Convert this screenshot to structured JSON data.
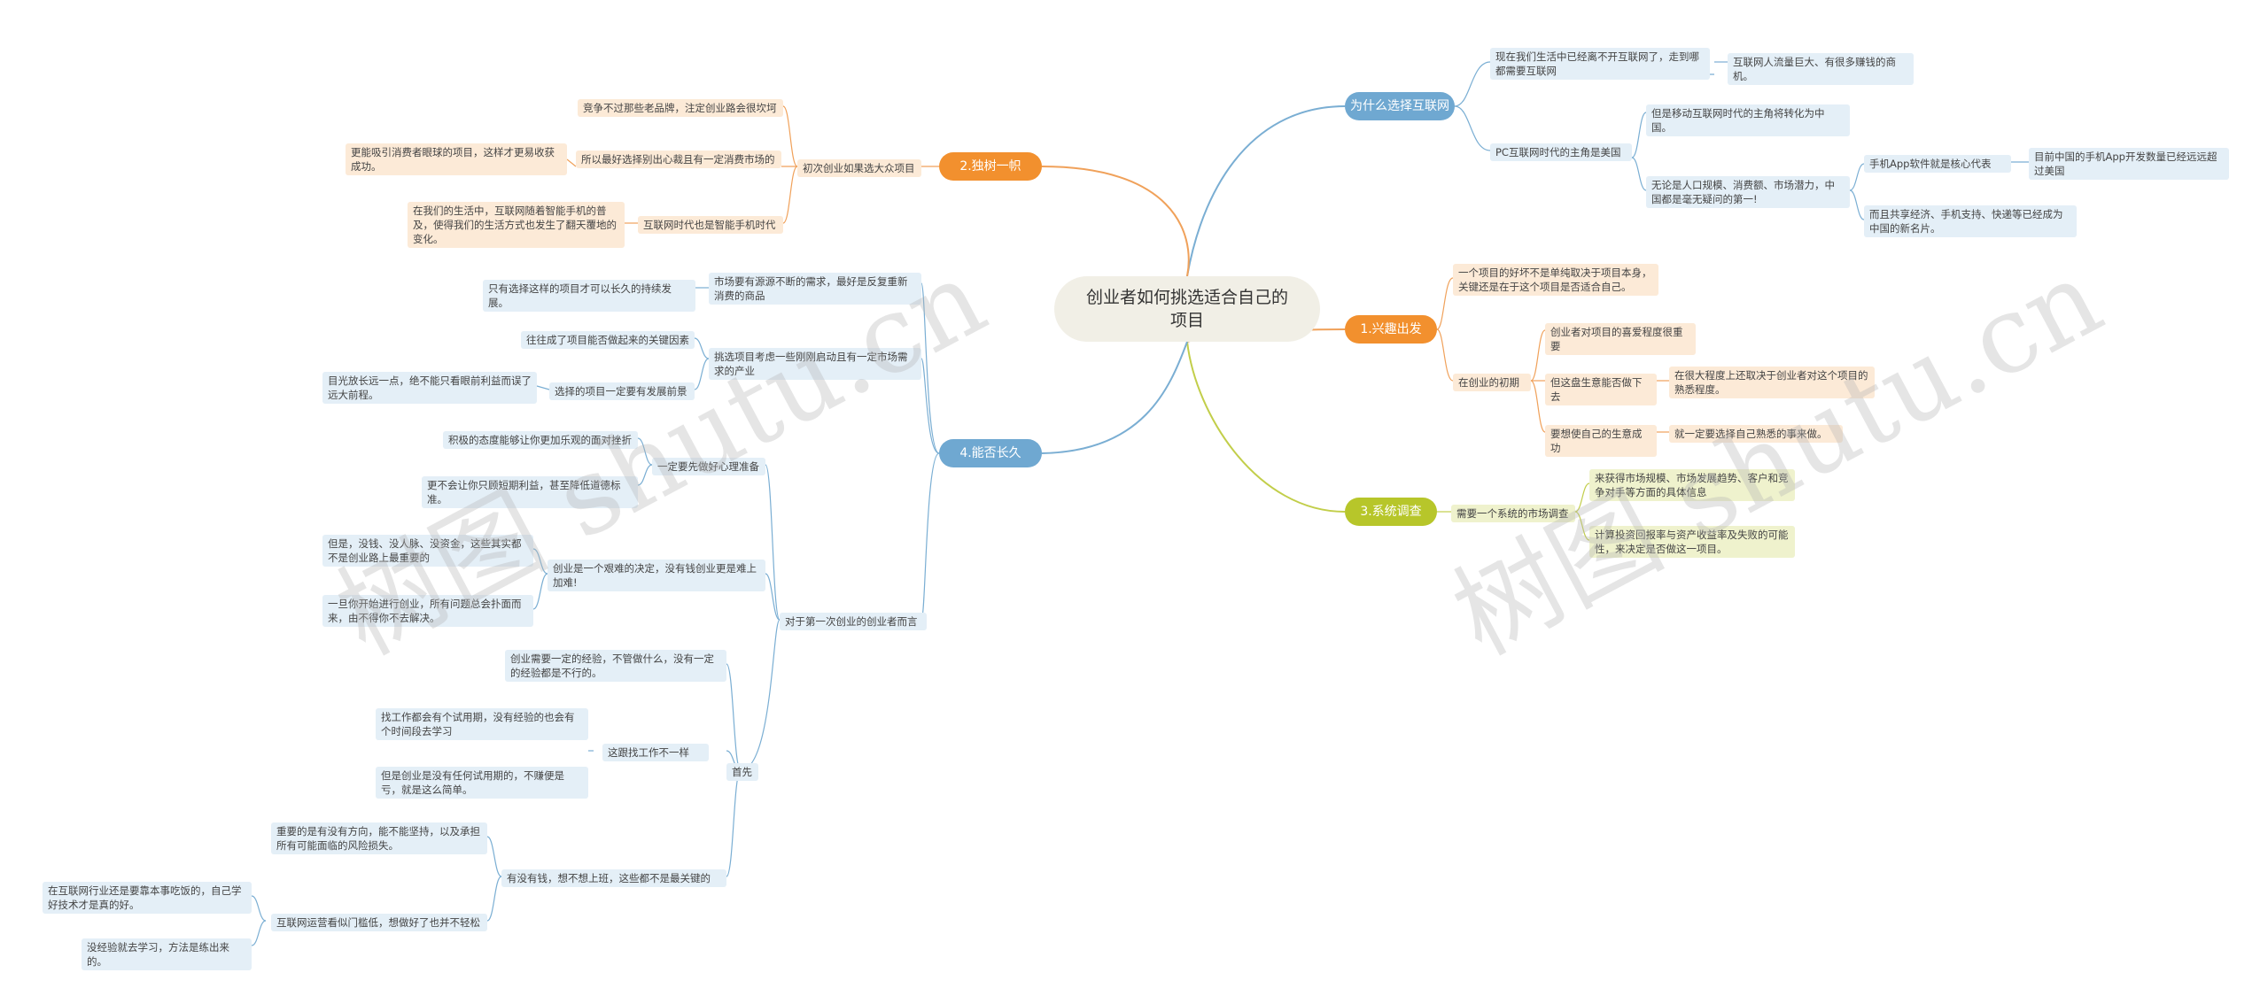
{
  "root": "创业者如何挑选适合自己的项目",
  "watermark": "树图 shutu.cn",
  "branches": {
    "why": {
      "label": "为什么选择互联网",
      "n1": "现在我们生活中已经离不开互联网了，走到哪都需要互联网",
      "n1a": "互联网人流量巨大、有很多赚钱的商机。",
      "n2": "PC互联网时代的主角是美国",
      "n2a": "但是移动互联网时代的主角将转化为中国。",
      "n2b": "无论是人口规模、消费额、市场潜力，中国都是毫无疑问的第一!",
      "n2b1": "手机App软件就是核心代表",
      "n2b1a": "目前中国的手机App开发数量已经远远超过美国",
      "n2b2": "而且共享经济、手机支持、快递等已经成为中国的新名片。"
    },
    "interest": {
      "label": "1.兴趣出发",
      "n1": "一个项目的好坏不是单纯取决于项目本身，关键还是在于这个项目是否适合自己。",
      "n2": "在创业的初期",
      "n2a": "创业者对项目的喜爱程度很重要",
      "n2b": "但这盘生意能否做下去",
      "n2b1": "在很大程度上还取决于创业者对这个项目的熟悉程度。",
      "n2c": "要想使自己的生意成功",
      "n2c1": "就一定要选择自己熟悉的事来做。"
    },
    "survey": {
      "label": "3.系统调查",
      "n1": "需要一个系统的市场调查",
      "n1a": "来获得市场规模、市场发展趋势、客户和竞争对手等方面的具体信息",
      "n1b": "计算投资回报率与资产收益率及失败的可能性，来决定是否做这一项目。"
    },
    "unique": {
      "label": "2.独树一帜",
      "n1": "初次创业如果选大众项目",
      "n1a": "竞争不过那些老品牌，注定创业路会很坎坷",
      "n1b": "所以最好选择别出心裁且有一定消费市场的",
      "n1b1": "更能吸引消费者眼球的项目，这样才更易收获成功。",
      "n1c": "互联网时代也是智能手机时代",
      "n1c1": "在我们的生活中，互联网随着智能手机的普及，使得我们的生活方式也发生了翻天覆地的变化。"
    },
    "longlast": {
      "label": "4.能否长久",
      "m1": "市场要有源源不断的需求，最好是反复重新消费的商品",
      "m1a": "只有选择这样的项目才可以长久的持续发展。",
      "m2": "挑选项目考虑一些刚刚启动且有一定市场需求的产业",
      "m2a": "往往成了项目能否做起来的关键因素",
      "m2b": "选择的项目一定要有发展前景",
      "m2b1": "目光放长远一点，绝不能只看眼前利益而误了远大前程。",
      "m3": "对于第一次创业的创业者而言",
      "m3a": "一定要先做好心理准备",
      "m3a1": "积极的态度能够让你更加乐观的面对挫折",
      "m3a2": "更不会让你只顾短期利益，甚至降低道德标准。",
      "m3b": "创业是一个艰难的决定，没有钱创业更是难上加难!",
      "m3b1": "但是，没钱、没人脉、没资金，这些其实都不是创业路上最重要的",
      "m3b2": "一旦你开始进行创业，所有问题总会扑面而来，由不得你不去解决。",
      "m3c": "首先",
      "m3c1": "创业需要一定的经验，不管做什么，没有一定的经验都是不行的。",
      "m3c2": "这跟找工作不一样",
      "m3c2a": "找工作都会有个试用期，没有经验的也会有个时间段去学习",
      "m3c2b": "但是创业是没有任何试用期的，不赚便是亏，就是这么简单。",
      "m3c3": "有没有钱，想不想上班，这些都不是最关键的",
      "m3c3a": "重要的是有没有方向，能不能坚持，以及承担所有可能面临的风险损失。",
      "m3c3b": "互联网运营看似门槛低，想做好了也并不轻松",
      "m3c3b1": "在互联网行业还是要靠本事吃饭的，自己学好技术才是真的好。",
      "m3c3b2": "没经验就去学习，方法是练出来的。"
    }
  },
  "colors": {
    "blue": "#6fa8d1",
    "orange": "#f2902e",
    "green": "#b7c62a",
    "blue_line": "#7aaed3",
    "orange_line": "#f0a15a",
    "green_line": "#c2ce4a"
  }
}
